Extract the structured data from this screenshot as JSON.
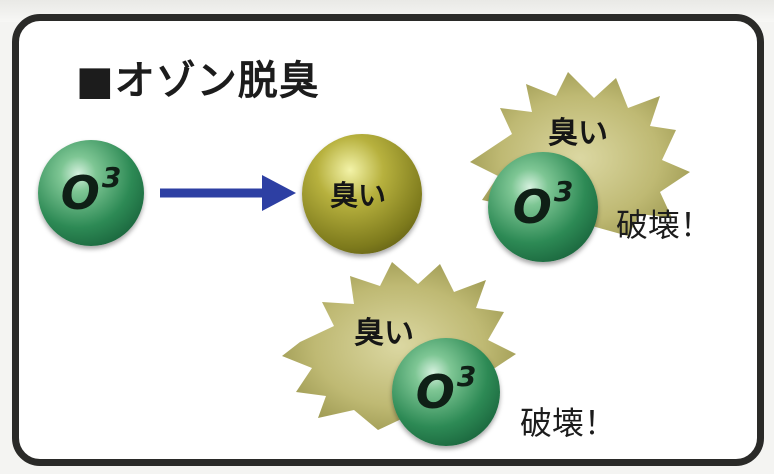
{
  "title": "■オゾン脱臭",
  "ozone": {
    "letter": "O",
    "superscript": "3"
  },
  "smell_label": "臭い",
  "destroyed_label": "破壊！",
  "colors": {
    "frame": "#2a2a28",
    "arrow": "#2d3fa3",
    "ozone_sphere": "#2d8a55",
    "smell_sphere": "#9c9630",
    "smell_cloud": "#c7c27a"
  }
}
